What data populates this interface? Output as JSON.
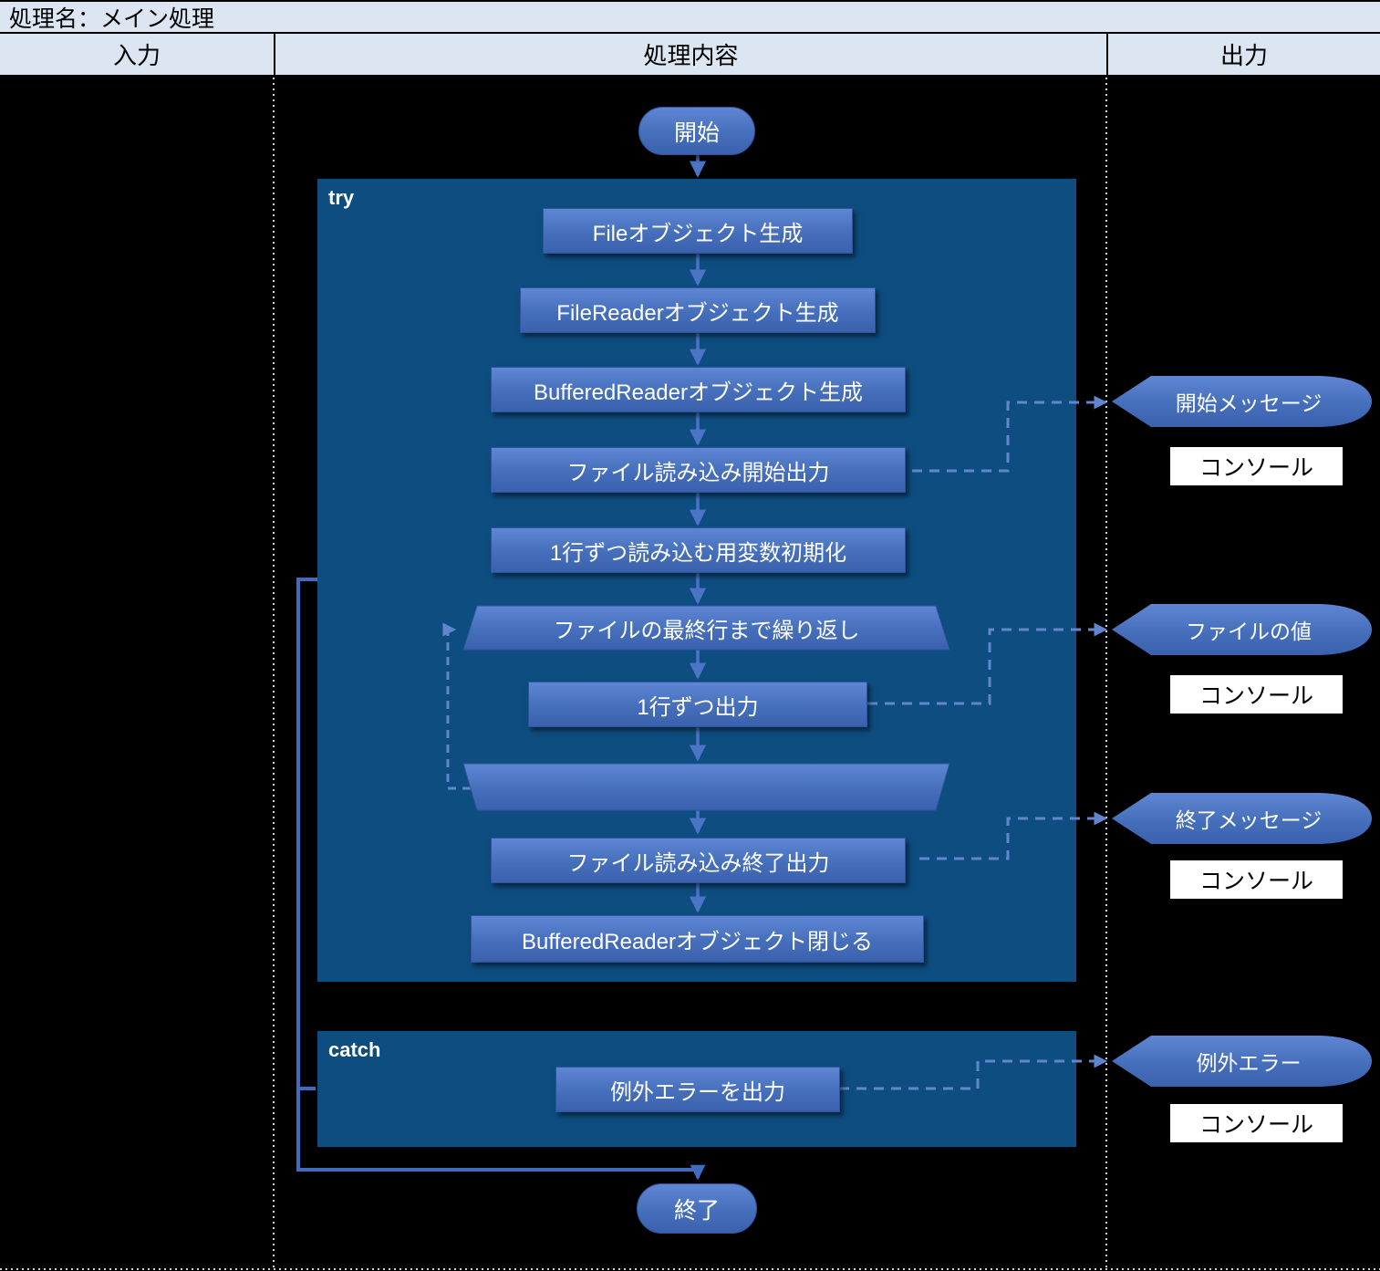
{
  "title_row": {
    "label": "処理名：メイン処理"
  },
  "columns": {
    "input": "入力",
    "process": "処理内容",
    "output": "出力"
  },
  "flow": {
    "start_label": "開始",
    "end_label": "終了",
    "try_label": "try",
    "catch_label": "catch",
    "steps": {
      "create_file": "Fileオブジェクト生成",
      "create_file_reader": "FileReaderオブジェクト生成",
      "create_buffered_reader": "BufferedReaderオブジェクト生成",
      "print_read_start": "ファイル読み込み開始出力",
      "init_line_variable": "1行ずつ読み込む用変数初期化",
      "loop_start": "ファイルの最終行まで繰り返し",
      "print_line": "1行ずつ出力",
      "print_read_end": "ファイル読み込み終了出力",
      "close_buffered_reader": "BufferedReaderオブジェクト閉じる",
      "print_exception": "例外エラーを出力"
    }
  },
  "outputs": [
    {
      "label": "開始メッセージ",
      "destination": "コンソール"
    },
    {
      "label": "ファイルの値",
      "destination": "コンソール"
    },
    {
      "label": "終了メッセージ",
      "destination": "コンソール"
    },
    {
      "label": "例外エラー",
      "destination": "コンソール"
    }
  ],
  "colors": {
    "header_bg": "#dbe6f2",
    "canvas_bg": "#000000",
    "container_bg": "#0d4d80",
    "shape_gradient_top": "#5e86d4",
    "shape_gradient_bottom": "#3a61ad",
    "solid_connector": "#4b74c4",
    "dashed_connector": "#6286cd",
    "text_light": "#ffffff"
  }
}
